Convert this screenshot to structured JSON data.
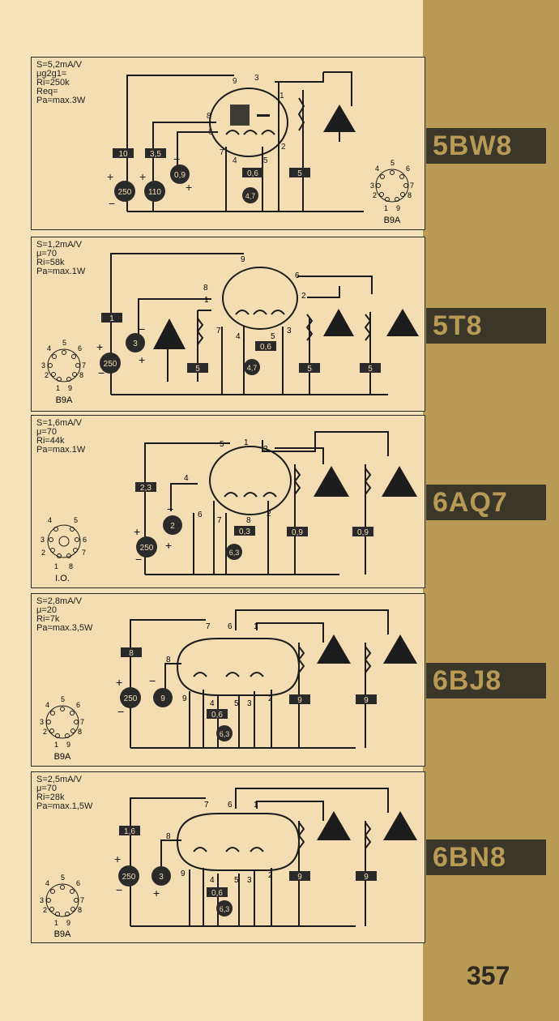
{
  "page_number": "357",
  "colors": {
    "background": "#f6e2bb",
    "stripe": "#b89a55",
    "label_bg": "#3a3629",
    "ink": "#1c1c1c"
  },
  "tubes": [
    {
      "name": "5BW8",
      "specs": [
        "S=5,2mA/V",
        "μg2g1=",
        "Ri=250k",
        "Req=",
        "Pa=max.3W"
      ],
      "pins": [
        "9",
        "3",
        "1",
        "8",
        "6",
        "7",
        "4",
        "5",
        "2"
      ],
      "values": [
        "10",
        "3,5",
        "0,9",
        "250",
        "110",
        "0,6",
        "4,7",
        "5"
      ],
      "base": {
        "name": "B9A",
        "numbers": [
          "5",
          "4",
          "6",
          "3",
          "7",
          "2",
          "8",
          "1",
          "9"
        ]
      }
    },
    {
      "name": "5T8",
      "specs": [
        "S=1,2mA/V",
        "μ=70",
        "Ri=58k",
        "Pa=max.1W"
      ],
      "pins": [
        "9",
        "8",
        "1",
        "6",
        "2",
        "7",
        "4",
        "5",
        "3"
      ],
      "values": [
        "1",
        "3",
        "250",
        "5",
        "4,7",
        "0,6",
        "5",
        "5"
      ],
      "base": {
        "name": "B9A",
        "numbers": [
          "5",
          "4",
          "6",
          "3",
          "7",
          "2",
          "8",
          "1",
          "9"
        ]
      }
    },
    {
      "name": "6AQ7",
      "specs": [
        "S=1,6mA/V",
        "μ=70",
        "Ri=44k",
        "Pa=max.1W"
      ],
      "pins": [
        "5",
        "1",
        "3",
        "4",
        "6",
        "7",
        "8",
        "2"
      ],
      "values": [
        "2,3",
        "2",
        "250",
        "0,3",
        "6,3",
        "0,9",
        "0,9"
      ],
      "base": {
        "name": "I.O.",
        "numbers": [
          "4",
          "5",
          "3",
          "6",
          "2",
          "7",
          "1",
          "8"
        ]
      }
    },
    {
      "name": "6BJ8",
      "specs": [
        "S=2,8mA/V",
        "μ=20",
        "Ri=7k",
        "Pa=max.3,5W"
      ],
      "pins": [
        "7",
        "6",
        "1",
        "8",
        "9",
        "4",
        "5",
        "3",
        "2"
      ],
      "values": [
        "8",
        "250",
        "9",
        "0,6",
        "6,3",
        "9",
        "9"
      ],
      "base": {
        "name": "B9A",
        "numbers": [
          "5",
          "4",
          "6",
          "3",
          "7",
          "2",
          "8",
          "1",
          "9"
        ]
      }
    },
    {
      "name": "6BN8",
      "specs": [
        "S=2,5mA/V",
        "μ=70",
        "Ri=28k",
        "Pa=max.1,5W"
      ],
      "pins": [
        "7",
        "6",
        "1",
        "8",
        "9",
        "4",
        "5",
        "3",
        "2"
      ],
      "values": [
        "1,6",
        "250",
        "3",
        "0,6",
        "6,3",
        "9",
        "9"
      ],
      "base": {
        "name": "B9A",
        "numbers": [
          "5",
          "4",
          "6",
          "3",
          "7",
          "2",
          "8",
          "1",
          "9"
        ]
      }
    }
  ]
}
